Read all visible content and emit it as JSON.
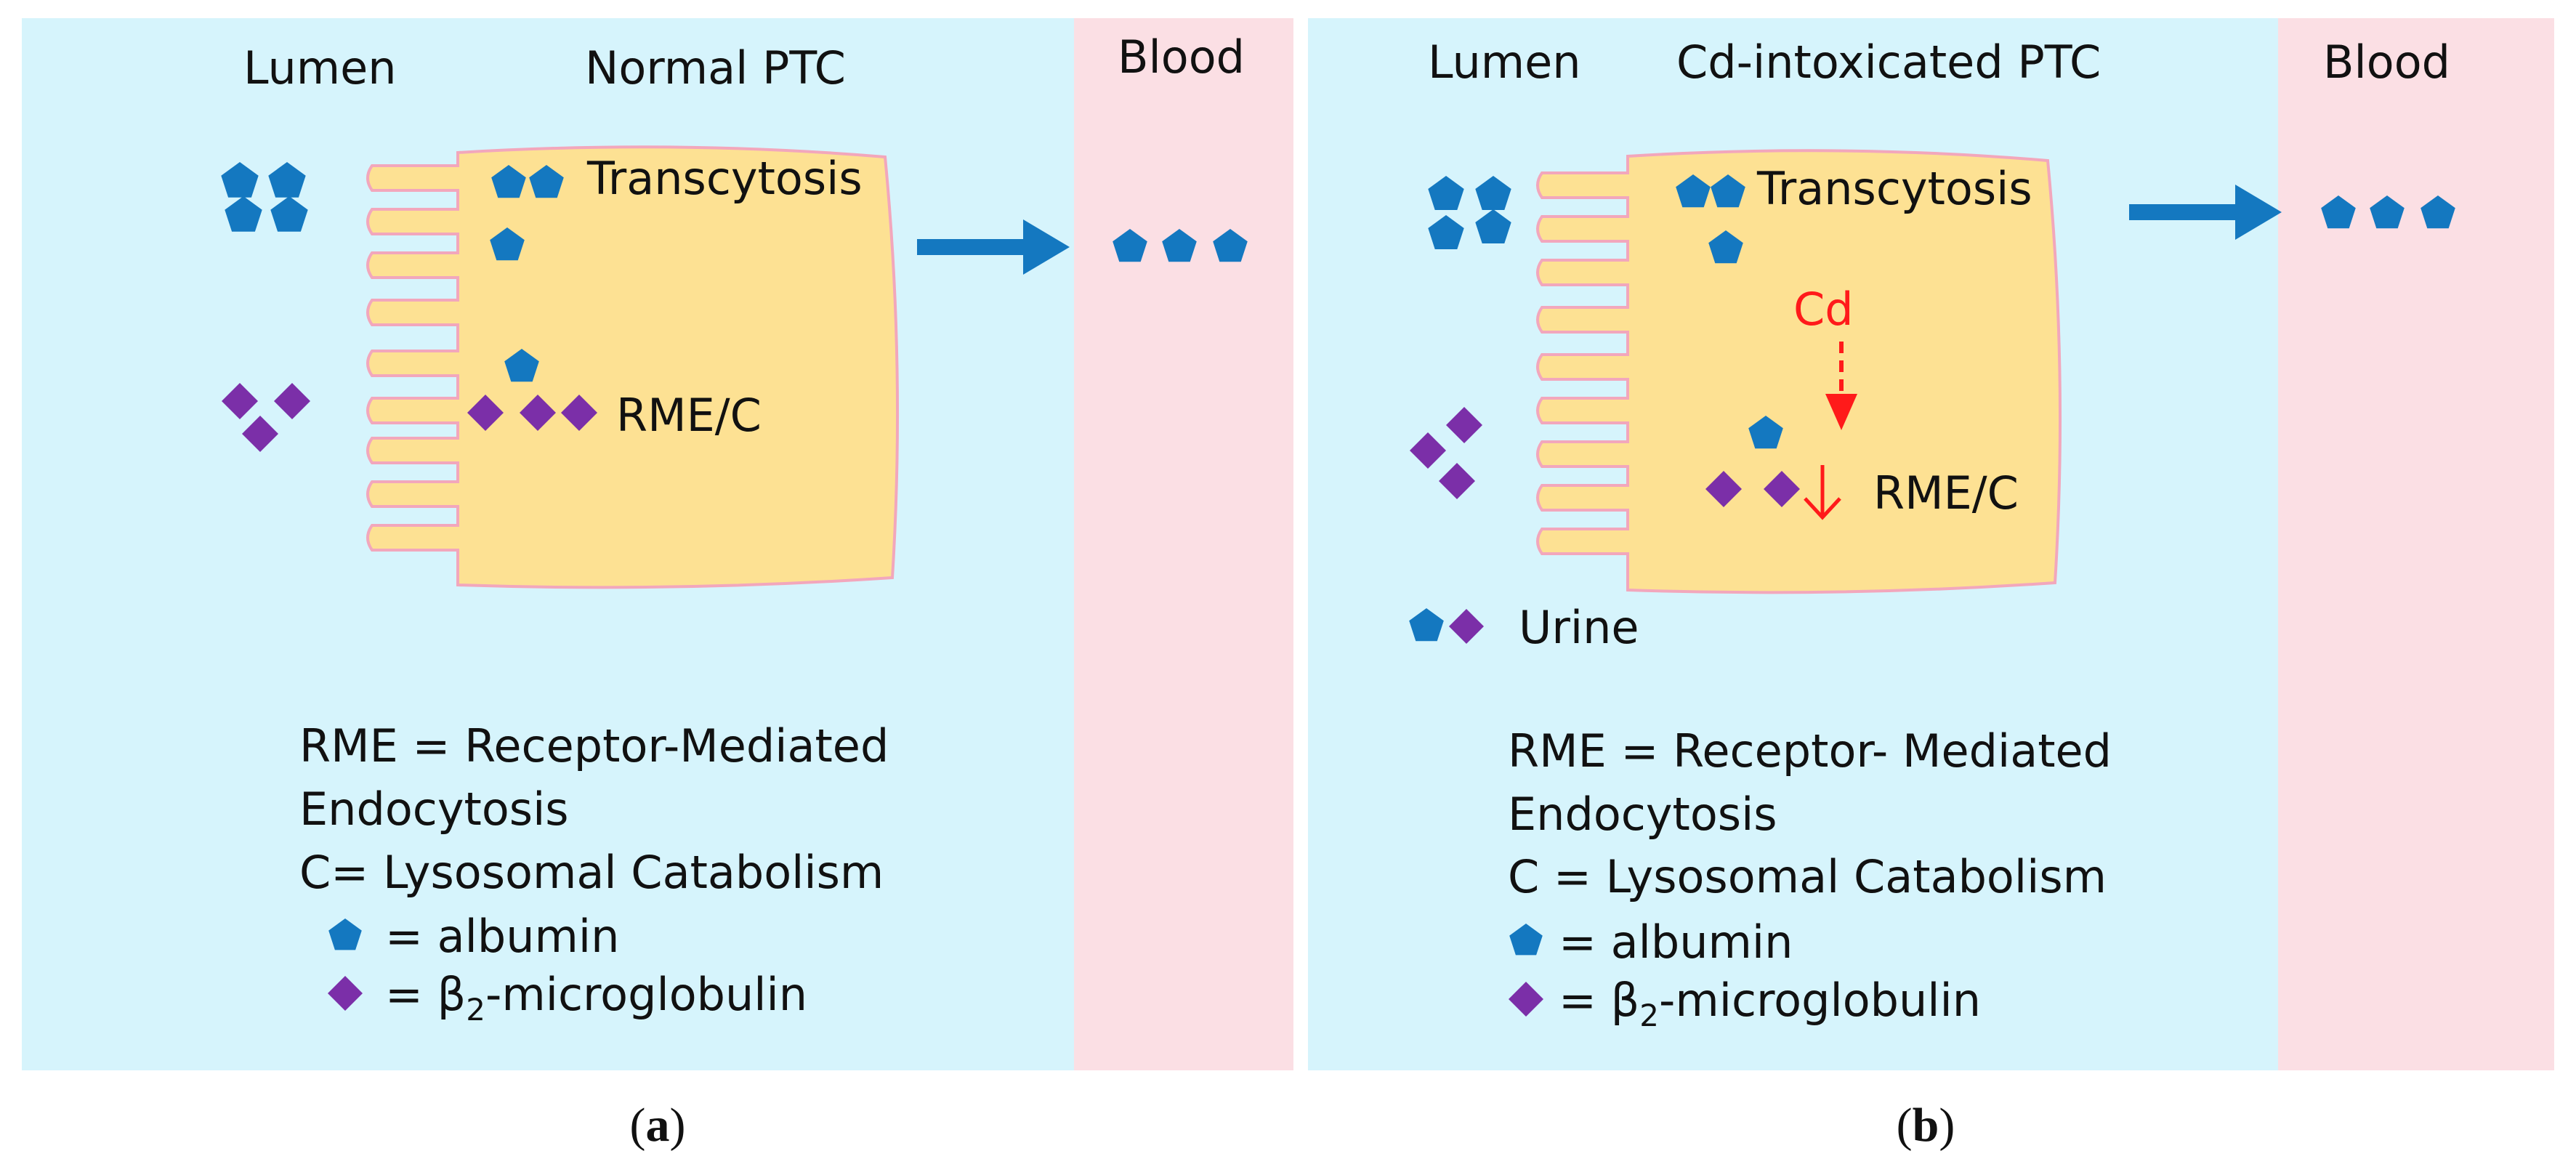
{
  "colors": {
    "lumen_bg": "#d6f4fc",
    "blood_bg": "#fbdfe4",
    "cell_fill": "#fde193",
    "cell_stroke": "#f2a7bc",
    "albumin": "#1478c0",
    "b2m": "#7b2fa8",
    "arrow_blue": "#1478c0",
    "cd_red": "#ff1a1a"
  },
  "icons": {
    "albumin": "pentagon",
    "b2m": "diamond",
    "transport_arrow": "arrow-right",
    "cd_arrow": "dashed-arrow-down",
    "decrease_arrow": "arrow-down"
  },
  "panel_a": {
    "lumen_label": "Lumen",
    "cell_label": "Normal PTC",
    "blood_label": "Blood",
    "transcytosis_label": "Transcytosis",
    "rmec_label": "RME/C",
    "legend": {
      "line1": "RME = Receptor-Mediated",
      "line2": "Endocytosis",
      "line3": "C= Lysosomal Catabolism",
      "albumin": "= albumin",
      "b2m_prefix": "= β",
      "b2m_sub": "2",
      "b2m_suffix": "-microglobulin"
    },
    "caption_letter": "a"
  },
  "panel_b": {
    "lumen_label": "Lumen",
    "cell_label": "Cd-intoxicated PTC",
    "blood_label": "Blood",
    "transcytosis_label": "Transcytosis",
    "cd_label": "Cd",
    "rmec_label": "RME/C",
    "urine_label": "Urine",
    "legend": {
      "line1": "RME = Receptor- Mediated",
      "line2": "Endocytosis",
      "line3": "C = Lysosomal Catabolism",
      "albumin": "= albumin",
      "b2m_prefix": "= β",
      "b2m_sub": "2",
      "b2m_suffix": "-microglobulin"
    },
    "caption_letter": "b"
  }
}
